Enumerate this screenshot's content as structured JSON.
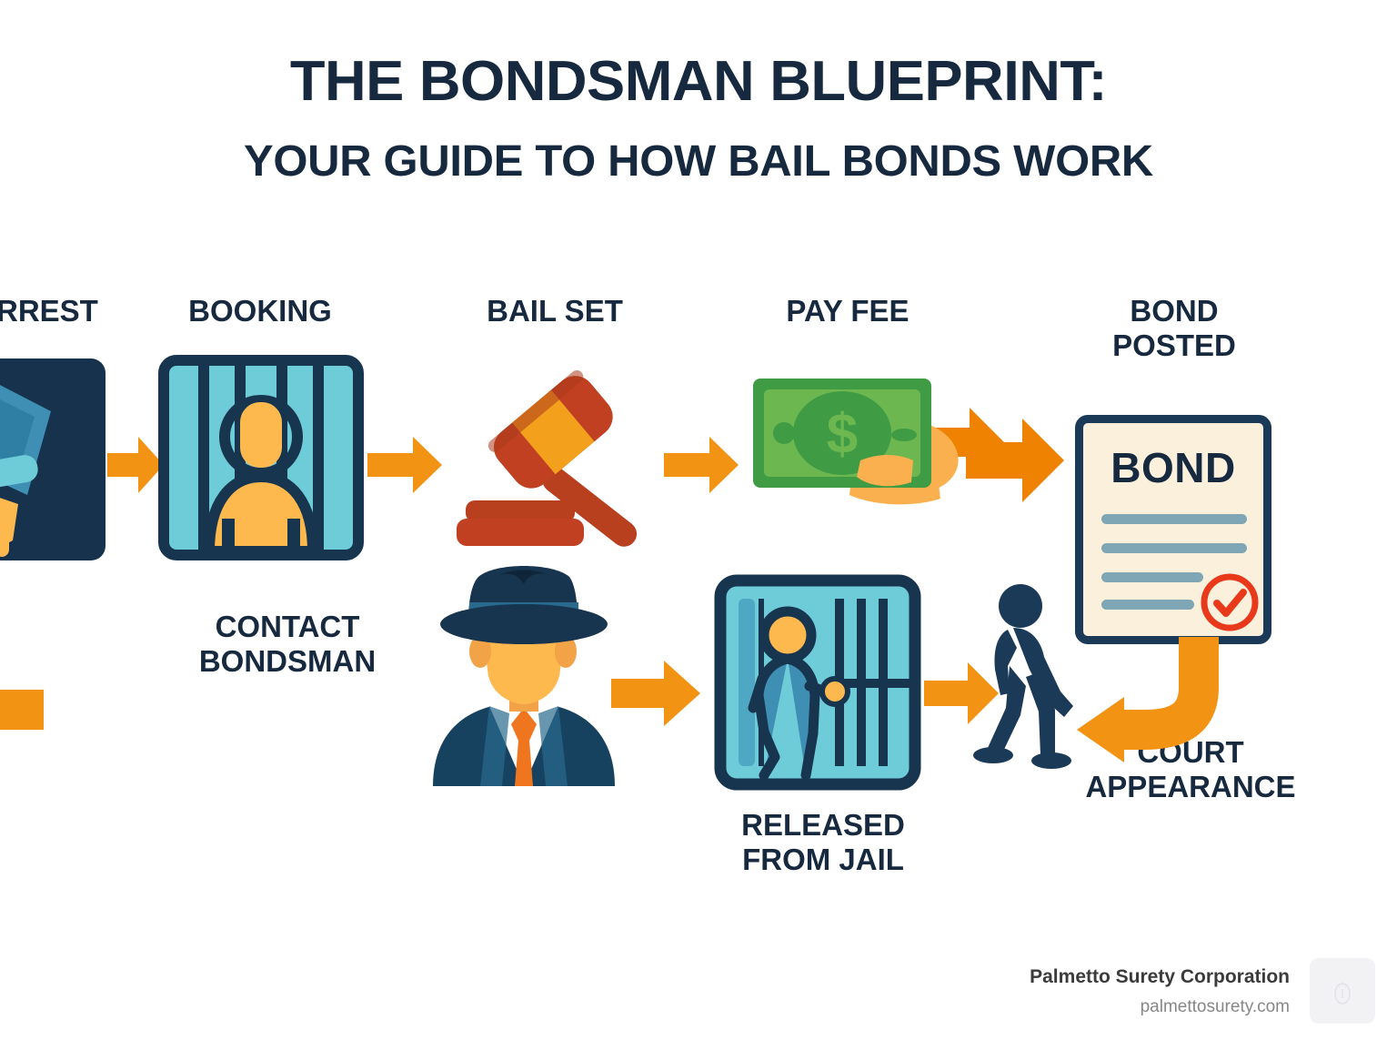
{
  "header": {
    "title": "THE BONDSMAN BLUEPRINT:",
    "subtitle": "YOUR GUIDE TO HOW BAIL BONDS WORK"
  },
  "colors": {
    "navy": "#16293f",
    "navy_dark": "#16324c",
    "orange": "#f39314",
    "orange_dark": "#ef8200",
    "amber": "#fdb94e",
    "teal": "#6ecbd8",
    "teal_mid": "#3f8fb5",
    "green": "#3f9c45",
    "green_light": "#7ac143",
    "gavel_red": "#c14022",
    "paper": "#faf0dc",
    "check_red": "#e8391a",
    "background": "#ffffff"
  },
  "flow": {
    "steps": [
      {
        "id": "arrest",
        "label": "ARREST",
        "icon": "handcuffs-icon",
        "row": 1,
        "order": 1
      },
      {
        "id": "booking",
        "label": "BOOKING",
        "icon": "jail-inmate-icon",
        "row": 1,
        "order": 2
      },
      {
        "id": "bail-set",
        "label": "BAIL SET",
        "icon": "gavel-icon",
        "row": 1,
        "order": 3
      },
      {
        "id": "pay-fee",
        "label": "PAY FEE",
        "icon": "cash-in-hand-icon",
        "row": 1,
        "order": 4
      },
      {
        "id": "bond-posted",
        "label": "BOND\nPOSTED",
        "icon": "bond-document-icon",
        "row": 1,
        "order": 5
      },
      {
        "id": "contact-bondsman",
        "label": "CONTACT\nBONDSMAN",
        "icon": "bondsman-icon",
        "row": 2,
        "order": 1
      },
      {
        "id": "released-from-jail",
        "label": "RELEASED\nFROM JAIL",
        "icon": "jail-release-icon",
        "row": 2,
        "order": 2
      },
      {
        "id": "court-appearance",
        "label": "COURT\nAPPEARANCE",
        "icon": "walking-person-icon",
        "row": 2,
        "order": 3
      }
    ],
    "connector_count": 7
  },
  "bond_document": {
    "title": "BOND",
    "line_count": 4,
    "status_icon": "check-circle-icon"
  },
  "footer": {
    "brand": "Palmetto Surety Corporation",
    "url": "palmettosurety.com",
    "logo_icon": "palmetto-logo-placeholder-icon"
  }
}
